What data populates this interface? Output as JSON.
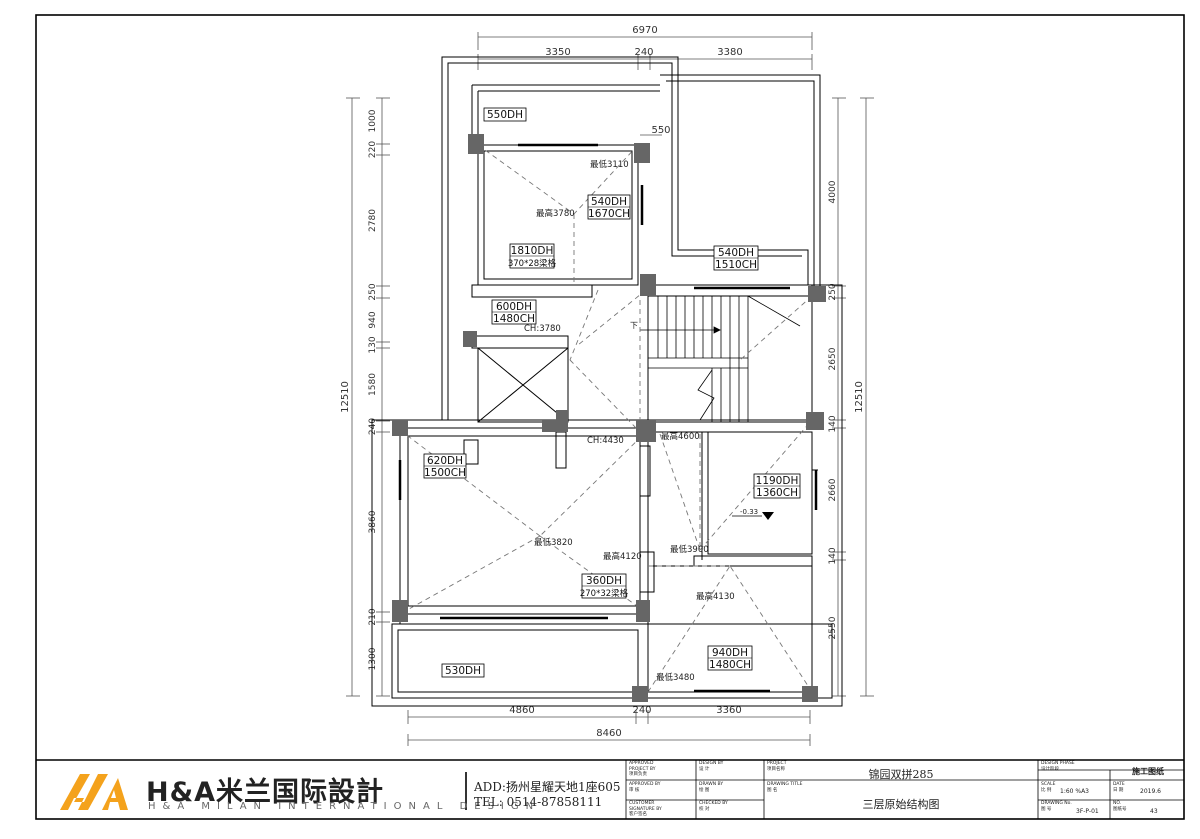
{
  "dims": {
    "top_total": "6970",
    "top_left": "3350",
    "top_mid": "240",
    "top_right": "3380",
    "bottom_left": "4860",
    "bottom_mid": "240",
    "bottom_right": "3360",
    "bottom_total": "8460",
    "left_total": "12510",
    "left_segments": [
      "1000",
      "220",
      "2780",
      "250",
      "940",
      "130",
      "1580",
      "240",
      "3860",
      "210",
      "1300"
    ],
    "right_total": "12510",
    "right_segments": [
      "4000",
      "250",
      "2650",
      "140",
      "2660",
      "140",
      "2550"
    ],
    "callout_550": "550"
  },
  "rooms": [
    {
      "id": "r1",
      "lines": [
        "550DH"
      ]
    },
    {
      "id": "r2",
      "lines": [
        "540DH",
        "1670CH"
      ]
    },
    {
      "id": "r3",
      "lines": [
        "1810DH",
        "370*28梁格"
      ]
    },
    {
      "id": "r4",
      "lines": [
        "540DH",
        "1510CH"
      ]
    },
    {
      "id": "r5",
      "lines": [
        "600DH",
        "1480CH"
      ]
    },
    {
      "id": "r6",
      "lines": [
        "620DH",
        "1500CH"
      ]
    },
    {
      "id": "r7",
      "lines": [
        "1190DH",
        "1360CH"
      ]
    },
    {
      "id": "r8",
      "lines": [
        "360DH",
        "270*32梁格"
      ]
    },
    {
      "id": "r9",
      "lines": [
        "940DH",
        "1480CH"
      ]
    },
    {
      "id": "r10",
      "lines": [
        "530DH"
      ]
    }
  ],
  "notes": {
    "min3110": "最低3110",
    "max3780": "最高3780",
    "ch3780": "CH:3780",
    "ch4430": "CH:4430",
    "max4600": "最高4600",
    "min3820": "最低3820",
    "max4120": "最高4120",
    "min3900": "最低3900",
    "max4130": "最高4130",
    "min3480": "最低3480",
    "level": "-0.33",
    "down": "下"
  },
  "title_block": {
    "logo_text": "H&A米兰国际設計",
    "logo_sub": "H&A  MILAN INTERNATIONAL DESIGN",
    "address": "ADD:扬州星耀天地1座605",
    "phone": "TEL: 0514-87858111",
    "cells": {
      "approved": "APPROVED\nPROJECT BY\n项目负责",
      "design_by": "DESIGN BY\n设 计",
      "approved_by": "APPROVED BY\n审 核",
      "drawn_by": "DRAWN BY\n绘 图",
      "customer": "CUSTOMER\nSIGNATURE BY\n客户签名",
      "checked_by": "CHECKED BY\n校 对",
      "project": "PROJECT\n项目名称",
      "drawing_title": "DRAWING TITLE\n图 名",
      "design_phase": "DESIGN PHASE\n设计阶段",
      "scale": "SCALE\n比 例",
      "date": "DATE\n日 期",
      "drawing_no": "DRAWING No.\n图 号",
      "no": "NO.\n图纸号"
    },
    "project_name": "锦园双拼285",
    "drawing_name": "三层原始结构图",
    "phase_value": "施工图纸",
    "scale_value": "1:60 %A3",
    "date_value": "2019.6",
    "drawing_no_value": "3F-P-01",
    "sheet_no_value": "43"
  }
}
